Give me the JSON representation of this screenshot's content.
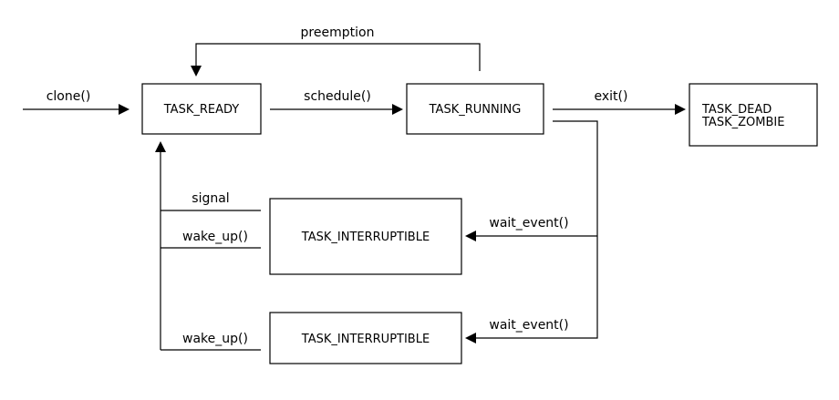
{
  "states": {
    "ready": "TASK_READY",
    "running": "TASK_RUNNING",
    "dead": "TASK_DEAD",
    "zombie": "TASK_ZOMBIE",
    "interruptible_1": "TASK_INTERRUPTIBLE",
    "interruptible_2": "TASK_INTERRUPTIBLE"
  },
  "transitions": {
    "clone": "clone()",
    "schedule": "schedule()",
    "preemption": "preemption",
    "exit": "exit()",
    "wait_event_1": "wait_event()",
    "wait_event_2": "wait_event()",
    "signal": "signal",
    "wake_up_1": "wake_up()",
    "wake_up_2": "wake_up()"
  },
  "colors": {
    "stroke": "#000000",
    "background": "#ffffff"
  }
}
